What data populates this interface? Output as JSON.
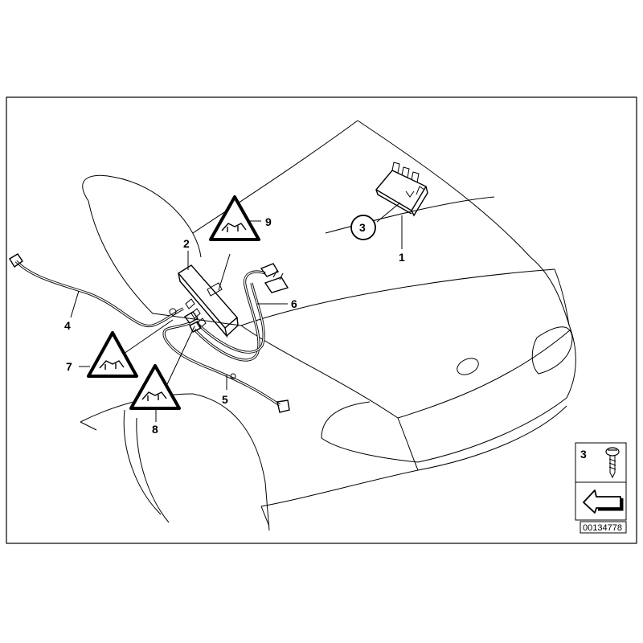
{
  "diagram": {
    "callouts": [
      {
        "id": "callout-1",
        "text": "1"
      },
      {
        "id": "callout-2",
        "text": "2"
      },
      {
        "id": "callout-3",
        "text": "3"
      },
      {
        "id": "callout-4",
        "text": "4"
      },
      {
        "id": "callout-5",
        "text": "5"
      },
      {
        "id": "callout-6",
        "text": "6"
      },
      {
        "id": "callout-7",
        "text": "7"
      },
      {
        "id": "callout-8",
        "text": "8"
      },
      {
        "id": "callout-9",
        "text": "9"
      }
    ],
    "legend": {
      "item_number": "3",
      "reference_number": "00134778"
    }
  }
}
